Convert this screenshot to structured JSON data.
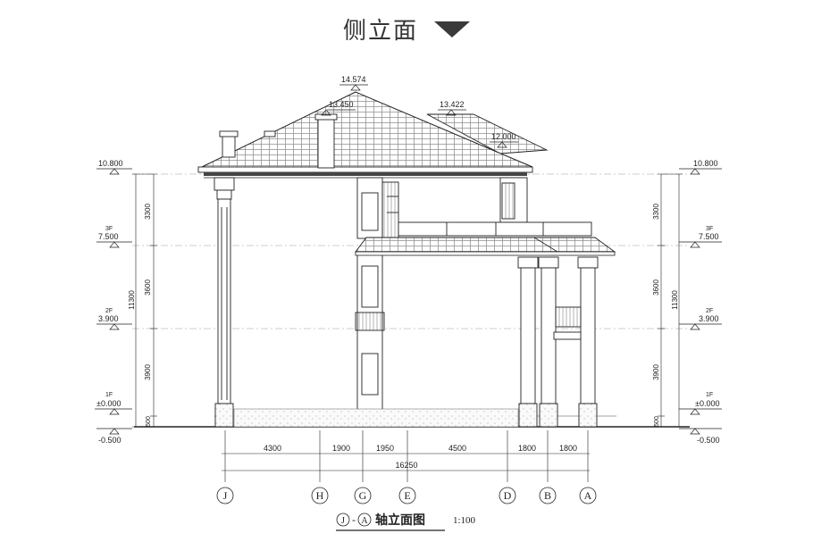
{
  "header": {
    "title": "侧立面"
  },
  "elevations": {
    "ridge": "14.574",
    "chimney_top": "13.450",
    "rear_ridge": "13.422",
    "rear_eave": "12.000"
  },
  "levels": [
    {
      "floor": "",
      "value": "10.800"
    },
    {
      "floor": "3F",
      "value": "7.500"
    },
    {
      "floor": "2F",
      "value": "3.900"
    },
    {
      "floor": "1F",
      "value": "±0.000"
    },
    {
      "floor": "",
      "value": "-0.500"
    }
  ],
  "vertical_dims": {
    "segments": [
      "3300",
      "3600",
      "3900",
      "500"
    ],
    "total": "11300"
  },
  "horizontal_dims": {
    "segments": [
      "4300",
      "1900",
      "1950",
      "4500",
      "1800",
      "1800"
    ],
    "total": "16250"
  },
  "axes": [
    "J",
    "H",
    "G",
    "E",
    "D",
    "B",
    "A"
  ],
  "caption": {
    "from_axis": "J",
    "to_axis": "A",
    "dash": "-",
    "title": "轴立面图",
    "scale": "1:100"
  }
}
